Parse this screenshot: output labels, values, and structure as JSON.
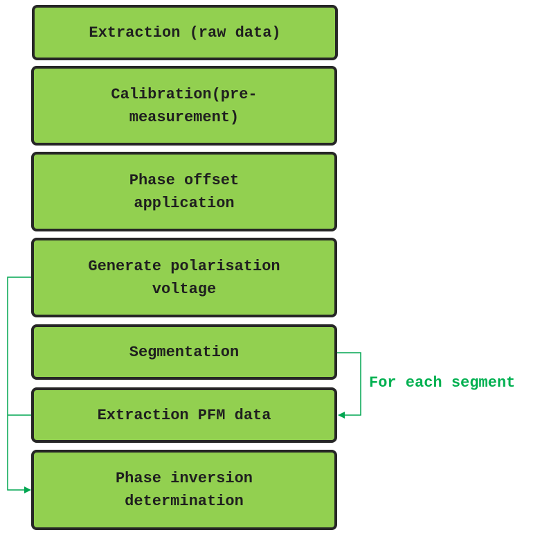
{
  "diagram": {
    "steps": [
      {
        "id": "extraction-raw",
        "label": "Extraction (raw data)"
      },
      {
        "id": "calibration",
        "label": "Calibration(pre-\nmeasurement)"
      },
      {
        "id": "phase-offset",
        "label": "Phase offset\napplication"
      },
      {
        "id": "generate-voltage",
        "label": "Generate polarisation\nvoltage"
      },
      {
        "id": "segmentation",
        "label": "Segmentation"
      },
      {
        "id": "extraction-pfm",
        "label": "Extraction PFM data"
      },
      {
        "id": "phase-inversion",
        "label": "Phase inversion\ndetermination"
      }
    ],
    "loop_label": "For each segment",
    "colors": {
      "box_fill": "#92d050",
      "box_border": "#262626",
      "connector": "#00a651",
      "loop_text": "#00b050"
    }
  }
}
